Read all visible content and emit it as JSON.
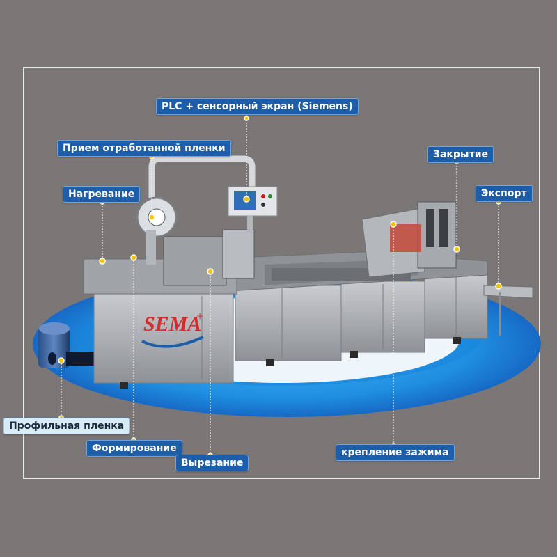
{
  "labels": {
    "plc": "PLC + сенсорный экран (Siemens)",
    "waste_film": "Прием отработанной пленки",
    "heating": "Нагревание",
    "closing": "Закрытие",
    "export": "Экспорт",
    "profile_film": "Профильная пленка",
    "forming": "Формирование",
    "cutting": "Вырезание",
    "clamp": "крепление зажима"
  },
  "logo": {
    "text": "SEMA",
    "superscript": "+"
  },
  "colors": {
    "background": "#7b7776",
    "platform_outer": "#1a7fd6",
    "platform_inner": "#eaf3fa",
    "label_bg": "#1e5ea9",
    "marker": "#f7c400"
  }
}
